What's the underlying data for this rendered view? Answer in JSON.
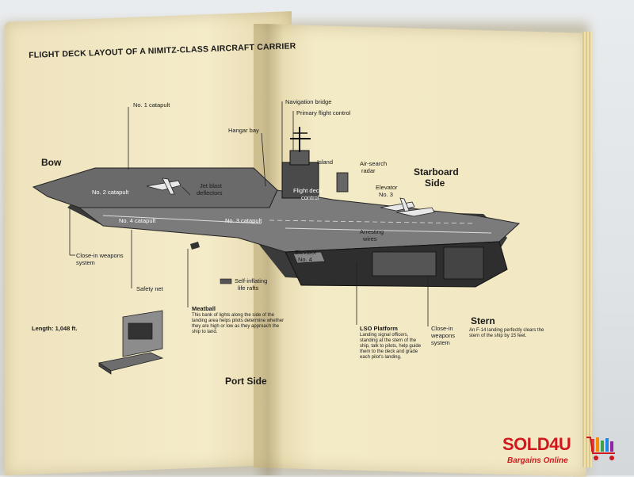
{
  "document": {
    "title": "FLIGHT DECK LAYOUT OF A NIMITZ-CLASS AIRCRAFT CARRIER",
    "labels": {
      "catapult1": "No. 1 catapult",
      "hangar_bay": "Hangar bay",
      "bow": "Bow",
      "catapult2": "No. 2 catapult",
      "jet_blast": "Jet blast",
      "deflectors": "deflectors",
      "catapult4": "No. 4 catapult",
      "catapult3": "No. 3 catapult",
      "close_in_left_1": "Close-in weapons",
      "close_in_left_2": "system",
      "safety_net": "Safety net",
      "self_inflating_1": "Self-inflating",
      "self_inflating_2": "life rafts",
      "meatball": "Meatball",
      "meatball_desc": "This bank of lights along the side of the landing area helps pilots determine whether they are high or low as they approach the ship to land.",
      "length": "Length: 1,048 ft.",
      "port_side": "Port Side",
      "navigation_bridge": "Navigation bridge",
      "primary_flight_control": "Primary flight control",
      "island": "Island",
      "air_search_1": "Air-search",
      "air_search_2": "radar",
      "starboard_1": "Starboard",
      "starboard_2": "Side",
      "flight_deck_control_1": "Flight deck",
      "flight_deck_control_2": "control",
      "elevator3_1": "Elevator",
      "elevator3_2": "No. 3",
      "arresting_1": "Arresting",
      "arresting_2": "wires",
      "elevator4_1": "Elevator",
      "elevator4_2": "No. 4",
      "lso_platform": "LSO Platform",
      "lso_desc": "Landing signal officers, standing at the stern of the ship, talk to pilots, help guide them to the deck and grade each pilot's landing.",
      "close_in_right_1": "Close-in",
      "close_in_right_2": "weapons",
      "close_in_right_3": "system",
      "stern": "Stern",
      "stern_desc": "An F-14 landing perfectly clears the stern of the ship by 15 feet."
    }
  },
  "watermark": {
    "brand": "SOLD4U",
    "tagline": "Bargains Online"
  },
  "colors": {
    "page": "#f1e7c3",
    "ink": "#1a1a1a",
    "deck": "#5a5a5a",
    "brand_red": "#d0181f"
  }
}
